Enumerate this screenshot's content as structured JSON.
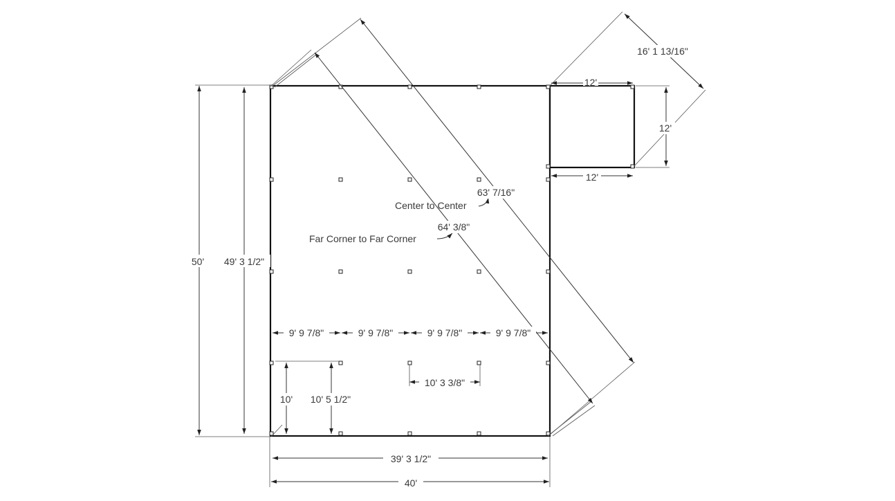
{
  "dimensions": {
    "overall_height": "50'",
    "inner_height": "49' 3 1/2\"",
    "overall_width": "40'",
    "inner_width": "39' 3 1/2\"",
    "bay_spacing": [
      "9' 9 7/8\"",
      "9' 9 7/8\"",
      "9' 9 7/8\"",
      "9' 9 7/8\""
    ],
    "post_offset_a": "10'",
    "post_offset_b": "10' 5 1/2\"",
    "post_span": "10' 3 3/8\"",
    "annex_top": "12'",
    "annex_side": "12'",
    "annex_bottom": "12'",
    "annex_diagonal": "16' 1 13/16\"",
    "diag_center": "63' 7/16\"",
    "diag_far": "64' 3/8\""
  },
  "notes": {
    "center_to_center": "Center to Center",
    "far_corner": "Far Corner to Far Corner"
  }
}
